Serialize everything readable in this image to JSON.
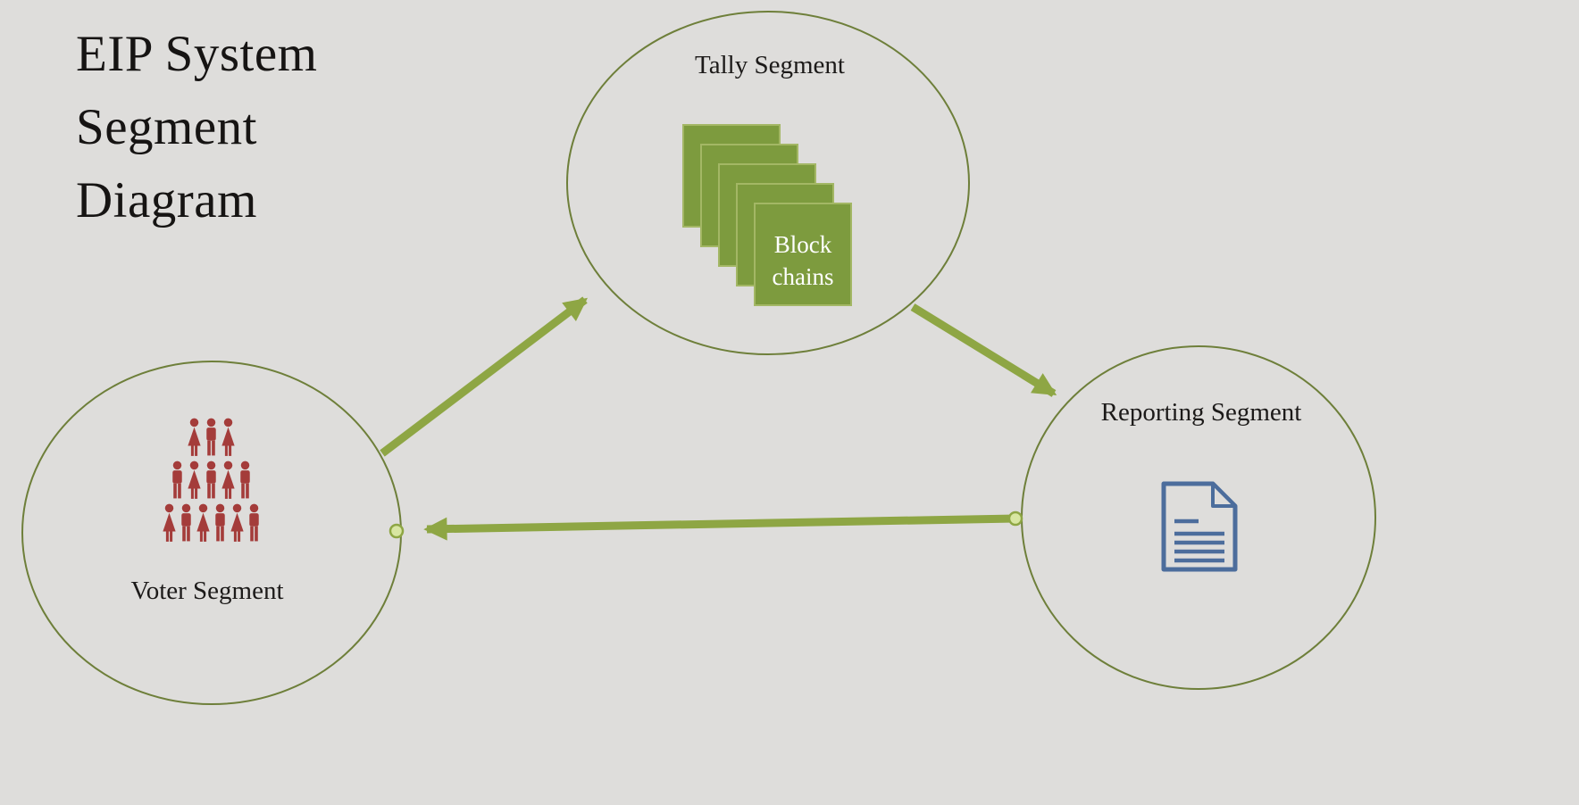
{
  "title": {
    "lines": [
      "EIP System",
      "Segment",
      "Diagram"
    ]
  },
  "nodes": {
    "tally": {
      "label": "Tally Segment",
      "icon": "blockchain-stack-icon"
    },
    "voter": {
      "label": "Voter Segment",
      "icon": "voters-crowd-icon"
    },
    "reporting": {
      "label": "Reporting Segment",
      "icon": "report-document-icon"
    }
  },
  "blockchains": {
    "label": "Block chains",
    "stack_count": 5
  },
  "edges": [
    {
      "from": "Voter Segment",
      "to": "Tally Segment"
    },
    {
      "from": "Tally Segment",
      "to": "Reporting Segment"
    },
    {
      "from": "Reporting Segment",
      "to": "Voter Segment"
    }
  ],
  "colors": {
    "background": "#dedddb",
    "ellipse_stroke": "#6e7f3a",
    "arrow": "#8ea644",
    "block_green": "#7d9b3e",
    "people_red": "#a43c3a",
    "document_blue": "#4c6d9c",
    "title_text": "#161413",
    "block_label_text": "#ffffff"
  }
}
